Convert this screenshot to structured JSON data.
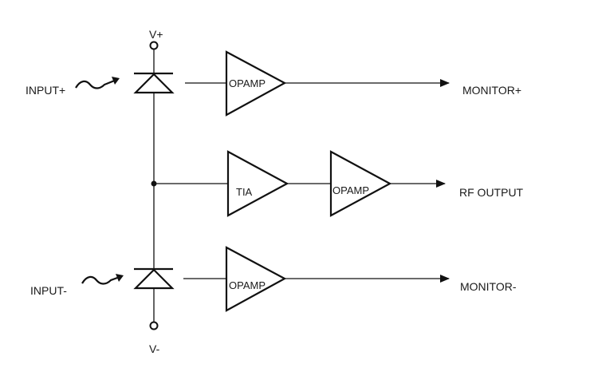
{
  "labels": {
    "v_plus": "V+",
    "v_minus": "V-",
    "input_plus": "INPUT+",
    "input_minus": "INPUT-",
    "monitor_plus": "MONITOR+",
    "rf_output": "RF OUTPUT",
    "monitor_minus": "MONITOR-"
  },
  "blocks": {
    "opamp_top": "OPAMP",
    "tia": "TIA",
    "opamp_middle": "OPAMP",
    "opamp_bottom": "OPAMP"
  },
  "colors": {
    "line": "#111111",
    "background": "#ffffff"
  }
}
